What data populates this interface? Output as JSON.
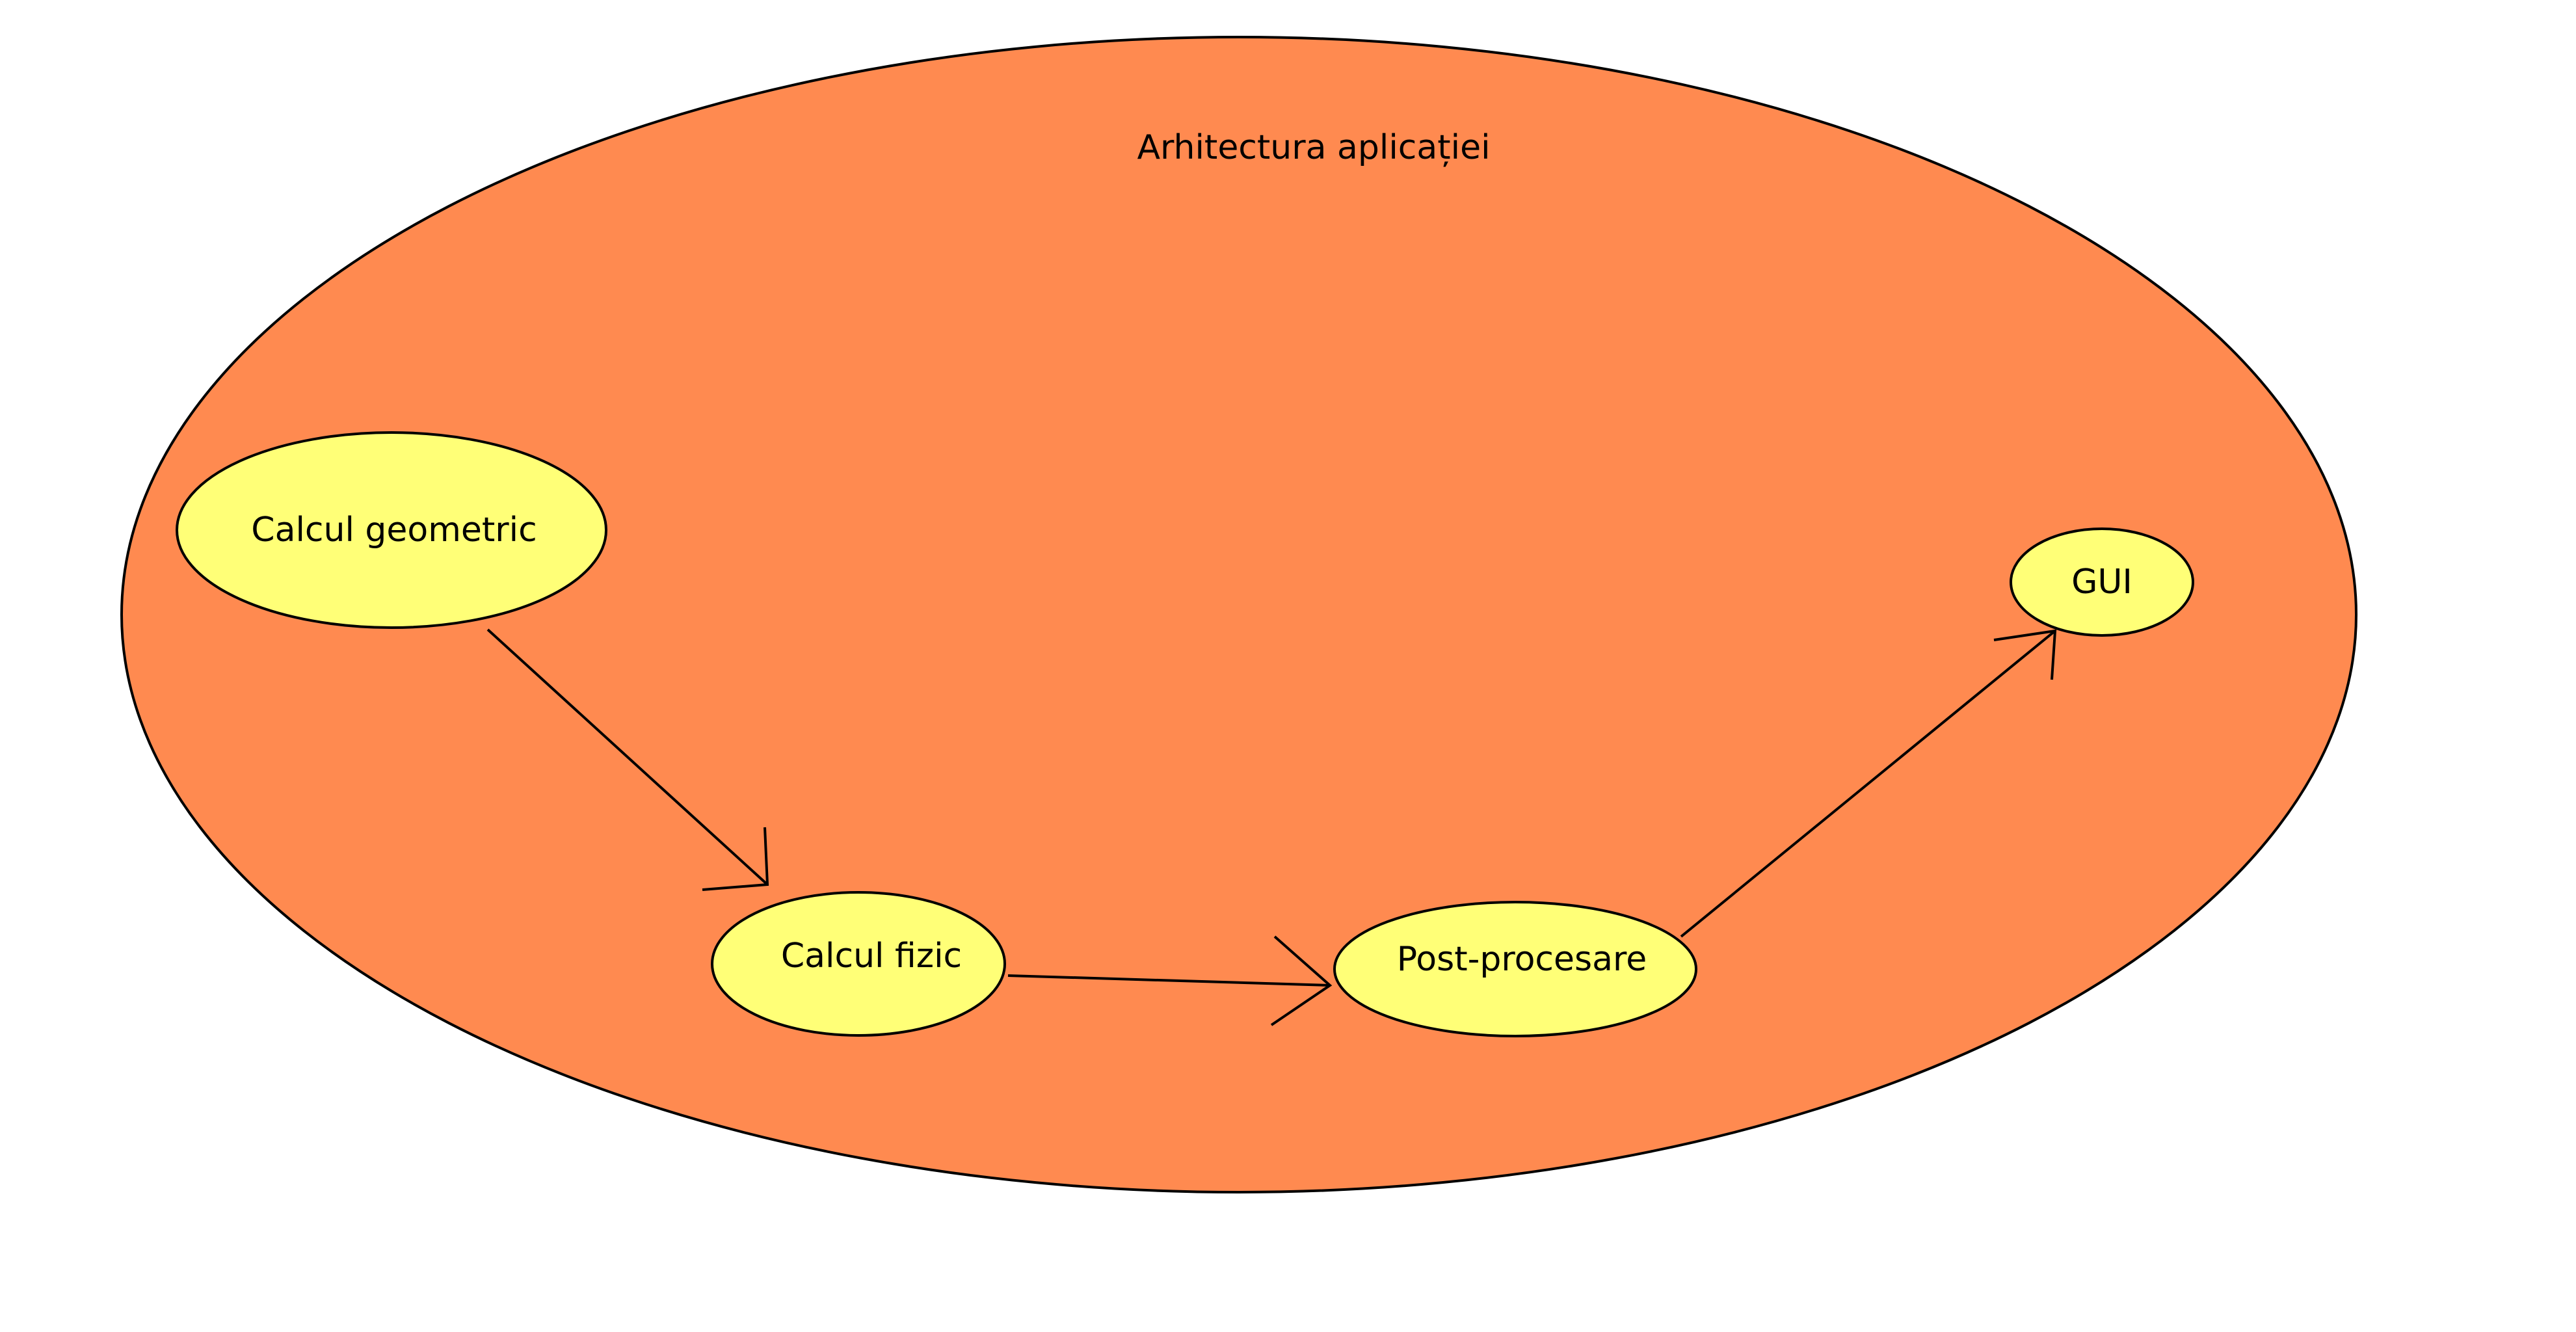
{
  "diagram": {
    "title": "Arhitectura aplicației",
    "container_color": "#FF8A50",
    "node_color": "#FFFF77",
    "stroke_color": "#000000",
    "nodes": [
      {
        "id": "calcul-geometric",
        "label": "Calcul geometric"
      },
      {
        "id": "calcul-fizic",
        "label": "Calcul fizic"
      },
      {
        "id": "post-procesare",
        "label": "Post-procesare"
      },
      {
        "id": "gui",
        "label": "GUI"
      }
    ],
    "edges": [
      {
        "from": "calcul-geometric",
        "to": "calcul-fizic"
      },
      {
        "from": "calcul-fizic",
        "to": "post-procesare"
      },
      {
        "from": "post-procesare",
        "to": "gui"
      }
    ]
  }
}
